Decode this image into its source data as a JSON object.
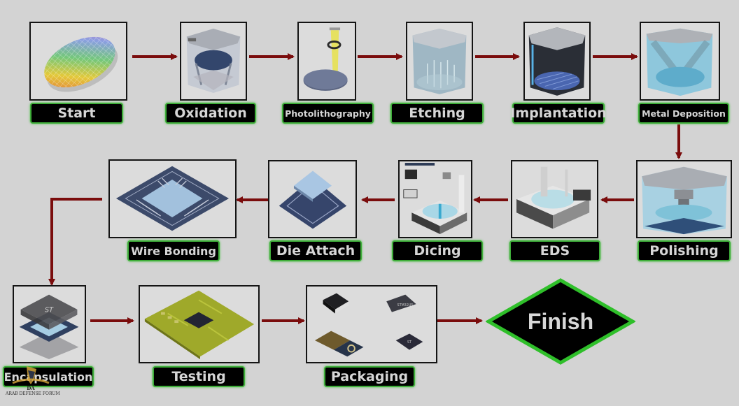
{
  "diagram": {
    "title": "Semiconductor manufacturing process flow",
    "steps": [
      {
        "id": 1,
        "label": "Start",
        "icon": "silicon-wafer-icon"
      },
      {
        "id": 2,
        "label": "Oxidation",
        "icon": "oxidation-chamber-icon"
      },
      {
        "id": 3,
        "label": "Photolithography",
        "icon": "photolithography-light-icon"
      },
      {
        "id": 4,
        "label": "Etching",
        "icon": "etching-chamber-icon"
      },
      {
        "id": 5,
        "label": "Implantation",
        "icon": "ion-implantation-chamber-icon"
      },
      {
        "id": 6,
        "label": "Metal Deposition",
        "icon": "metal-deposition-chamber-icon"
      },
      {
        "id": 7,
        "label": "Polishing",
        "icon": "polishing-machine-icon"
      },
      {
        "id": 8,
        "label": "EDS",
        "icon": "eds-tester-icon"
      },
      {
        "id": 9,
        "label": "Dicing",
        "icon": "dicing-machine-icon"
      },
      {
        "id": 10,
        "label": "Die Attach",
        "icon": "die-attach-icon"
      },
      {
        "id": 11,
        "label": "Wire Bonding",
        "icon": "wire-bonding-chip-icon"
      },
      {
        "id": 12,
        "label": "Encapsulation",
        "icon": "encapsulation-layers-icon"
      },
      {
        "id": 13,
        "label": "Testing",
        "icon": "pcb-testing-icon"
      },
      {
        "id": 14,
        "label": "Packaging",
        "icon": "packaged-chips-icon"
      }
    ],
    "finish": {
      "label": "Finish"
    },
    "chip_marks": {
      "packaging_chip": "STM32U5"
    },
    "colors": {
      "background": "#d3d3d3",
      "arrow": "#7a0c0c",
      "label_bg": "#000000",
      "label_border": "#3fae3a",
      "label_text": "#d6d6d6",
      "finish_border": "#2fbf2a"
    }
  },
  "watermark": {
    "name": "ARAB DEFENSE FORUM",
    "initials": "DA"
  }
}
